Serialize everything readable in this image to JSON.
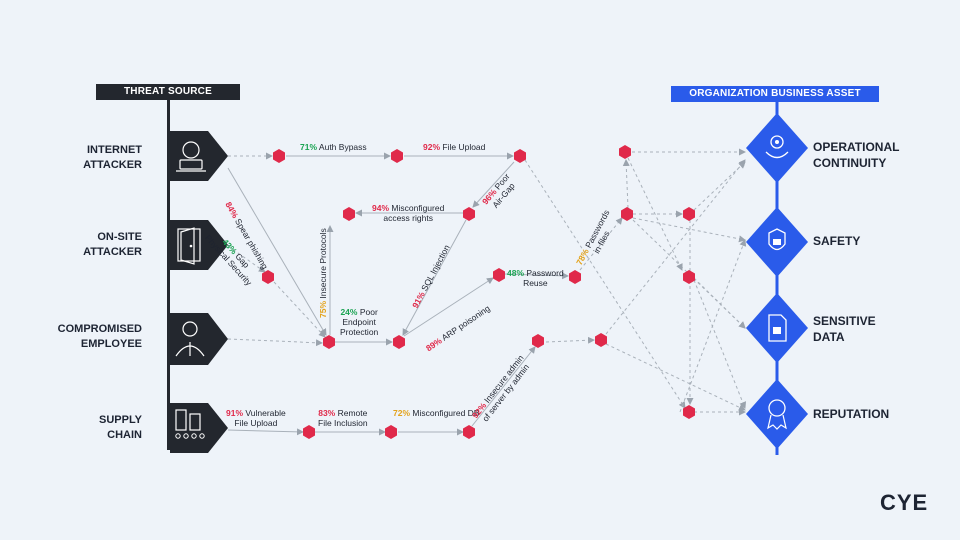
{
  "headers": {
    "threat_source": "THREAT SOURCE",
    "business_asset": "ORGANIZATION BUSINESS ASSET"
  },
  "sources": [
    {
      "label": "INTERNET\nATTACKER",
      "icon": "hacker-icon"
    },
    {
      "label": "ON-SITE\nATTACKER",
      "icon": "door-icon"
    },
    {
      "label": "COMPROMISED\nEMPLOYEE",
      "icon": "employee-icon"
    },
    {
      "label": "SUPPLY\nCHAIN",
      "icon": "supply-chain-icon"
    }
  ],
  "assets": [
    {
      "label": "OPERATIONAL\nCONTINUITY",
      "icon": "gears-hand-icon"
    },
    {
      "label": "SAFETY",
      "icon": "lock-shield-icon"
    },
    {
      "label": "SENSITIVE\nDATA",
      "icon": "document-lock-icon"
    },
    {
      "label": "REPUTATION",
      "icon": "award-ribbon-icon"
    }
  ],
  "edge_labels": [
    {
      "pct": "71%",
      "text": "Auth Bypass",
      "color": "#1aa352"
    },
    {
      "pct": "92%",
      "text": "File Upload",
      "color": "#e0294a"
    },
    {
      "pct": "84%",
      "text": "Spear phishing",
      "color": "#e0294a"
    },
    {
      "pct": "43%",
      "text": "Gap\nPhysical Security",
      "color": "#1aa352"
    },
    {
      "pct": "94%",
      "text": "Misconfigured\naccess rights",
      "color": "#e0294a"
    },
    {
      "pct": "96%",
      "text": "Poor\nAir-Gap",
      "color": "#e0294a"
    },
    {
      "pct": "75%",
      "text": "Insecure Protocols",
      "color": "#e3a21a"
    },
    {
      "pct": "91%",
      "text": "SQL Injection",
      "color": "#e0294a"
    },
    {
      "pct": "24%",
      "text": "Poor\nEndpoint\nProtection",
      "color": "#1aa352"
    },
    {
      "pct": "48%",
      "text": "Password\nReuse",
      "color": "#1aa352"
    },
    {
      "pct": "78%",
      "text": "Passwords\nin files",
      "color": "#e3a21a"
    },
    {
      "pct": "89%",
      "text": "ARP poisoning",
      "color": "#e0294a"
    },
    {
      "pct": "91%",
      "text": "Vulnerable\nFile Upload",
      "color": "#e0294a"
    },
    {
      "pct": "83%",
      "text": "Remote\nFile Inclusion",
      "color": "#e0294a"
    },
    {
      "pct": "72%",
      "text": "Misconfigured DB",
      "color": "#e3a21a"
    },
    {
      "pct": "92%",
      "text": "Insecure admin\nof server by admin",
      "color": "#e0294a"
    }
  ],
  "logo": "CYE",
  "colors": {
    "node": "#e0294a",
    "asset_blue": "#2a5bea",
    "dark": "#23272e"
  }
}
